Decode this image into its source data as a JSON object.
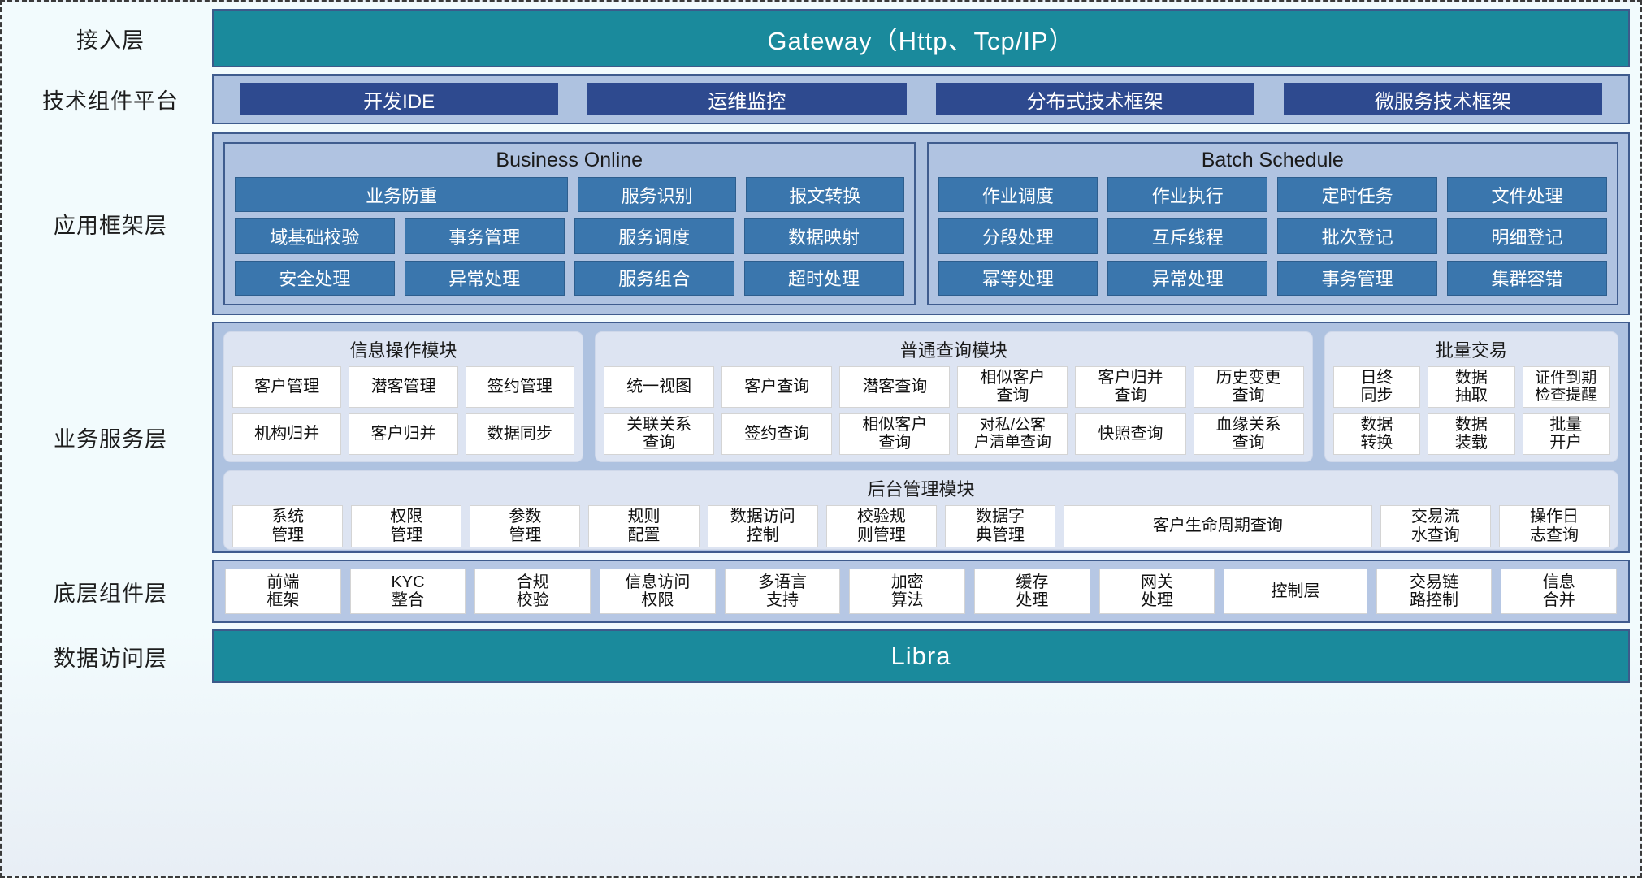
{
  "layers": [
    {
      "id": "access",
      "label": "接入层"
    },
    {
      "id": "tech",
      "label": "技术组件平台"
    },
    {
      "id": "appfw",
      "label": "应用框架层"
    },
    {
      "id": "service",
      "label": "业务服务层"
    },
    {
      "id": "component",
      "label": "底层组件层"
    },
    {
      "id": "data",
      "label": "数据访问层"
    }
  ],
  "access_layer": {
    "title": "Gateway（Http、Tcp/IP）"
  },
  "tech_platform": {
    "items": [
      "开发IDE",
      "运维监控",
      "分布式技术框架",
      "微服务技术框架"
    ]
  },
  "app_framework": {
    "groups": [
      {
        "title": "Business Online",
        "rows": [
          [
            {
              "label": "业务防重",
              "span": 2
            },
            {
              "label": "服务识别",
              "span": 1
            },
            {
              "label": "报文转换",
              "span": 1
            }
          ],
          [
            {
              "label": "域基础校验",
              "span": 1
            },
            {
              "label": "事务管理",
              "span": 1
            },
            {
              "label": "服务调度",
              "span": 1
            },
            {
              "label": "数据映射",
              "span": 1
            }
          ],
          [
            {
              "label": "安全处理",
              "span": 1
            },
            {
              "label": "异常处理",
              "span": 1
            },
            {
              "label": "服务组合",
              "span": 1
            },
            {
              "label": "超时处理",
              "span": 1
            }
          ]
        ]
      },
      {
        "title": "Batch Schedule",
        "rows": [
          [
            {
              "label": "作业调度",
              "span": 1
            },
            {
              "label": "作业执行",
              "span": 1
            },
            {
              "label": "定时任务",
              "span": 1
            },
            {
              "label": "文件处理",
              "span": 1
            }
          ],
          [
            {
              "label": "分段处理",
              "span": 1
            },
            {
              "label": "互斥线程",
              "span": 1
            },
            {
              "label": "批次登记",
              "span": 1
            },
            {
              "label": "明细登记",
              "span": 1
            }
          ],
          [
            {
              "label": "幂等处理",
              "span": 1
            },
            {
              "label": "异常处理",
              "span": 1
            },
            {
              "label": "事务管理",
              "span": 1
            },
            {
              "label": "集群容错",
              "span": 1
            }
          ]
        ]
      }
    ]
  },
  "business_service": {
    "modules": [
      {
        "id": "info-operation",
        "title": "信息操作模块",
        "rows": [
          [
            "客户管理",
            "潜客管理",
            "签约管理"
          ],
          [
            "机构归并",
            "客户归并",
            "数据同步"
          ]
        ]
      },
      {
        "id": "common-query",
        "title": "普通查询模块",
        "rows": [
          [
            "统一视图",
            "客户查询",
            "潜客查询",
            "相似客户\n查询",
            "客户归并\n查询",
            "历史变更\n查询"
          ],
          [
            "关联关系\n查询",
            "签约查询",
            "相似客户\n查询",
            "对私/公客\n户清单查询",
            "快照查询",
            "血缘关系\n查询"
          ]
        ]
      },
      {
        "id": "batch-transaction",
        "title": "批量交易",
        "rows": [
          [
            "日终\n同步",
            "数据\n抽取",
            "证件到期\n检查提醒"
          ],
          [
            "数据\n转换",
            "数据\n装载",
            "批量\n开户"
          ]
        ]
      }
    ],
    "back_office": {
      "title": "后台管理模块",
      "items": [
        {
          "label": "系统\n管理",
          "wide": false
        },
        {
          "label": "权限\n管理",
          "wide": false
        },
        {
          "label": "参数\n管理",
          "wide": false
        },
        {
          "label": "规则\n配置",
          "wide": false
        },
        {
          "label": "数据访问\n控制",
          "wide": false
        },
        {
          "label": "校验规\n则管理",
          "wide": false
        },
        {
          "label": "数据字\n典管理",
          "wide": false
        },
        {
          "label": "客户生命周期查询",
          "wide": true
        },
        {
          "label": "交易流\n水查询",
          "wide": false
        },
        {
          "label": "操作日\n志查询",
          "wide": false
        }
      ]
    }
  },
  "component_layer": {
    "items": [
      {
        "label": "前端\n框架",
        "wide": false
      },
      {
        "label": "KYC\n整合",
        "wide": false
      },
      {
        "label": "合规\n校验",
        "wide": false
      },
      {
        "label": "信息访问\n权限",
        "wide": false
      },
      {
        "label": "多语言\n支持",
        "wide": false
      },
      {
        "label": "加密\n算法",
        "wide": false
      },
      {
        "label": "缓存\n处理",
        "wide": false
      },
      {
        "label": "网关\n处理",
        "wide": false
      },
      {
        "label": "控制层",
        "wide": true
      },
      {
        "label": "交易链\n路控制",
        "wide": false
      },
      {
        "label": "信息\n合并",
        "wide": false
      }
    ]
  },
  "data_layer": {
    "title": "Libra"
  },
  "colors": {
    "teal": "#1a8a9c",
    "panel_blue": "#aec2e0",
    "chip_navy": "#2e4a8f",
    "cell_blue": "#3a76ad",
    "module_bg": "#dde4f2",
    "border": "#3f5c8e",
    "canvas_bg": "#f2fbfd"
  }
}
